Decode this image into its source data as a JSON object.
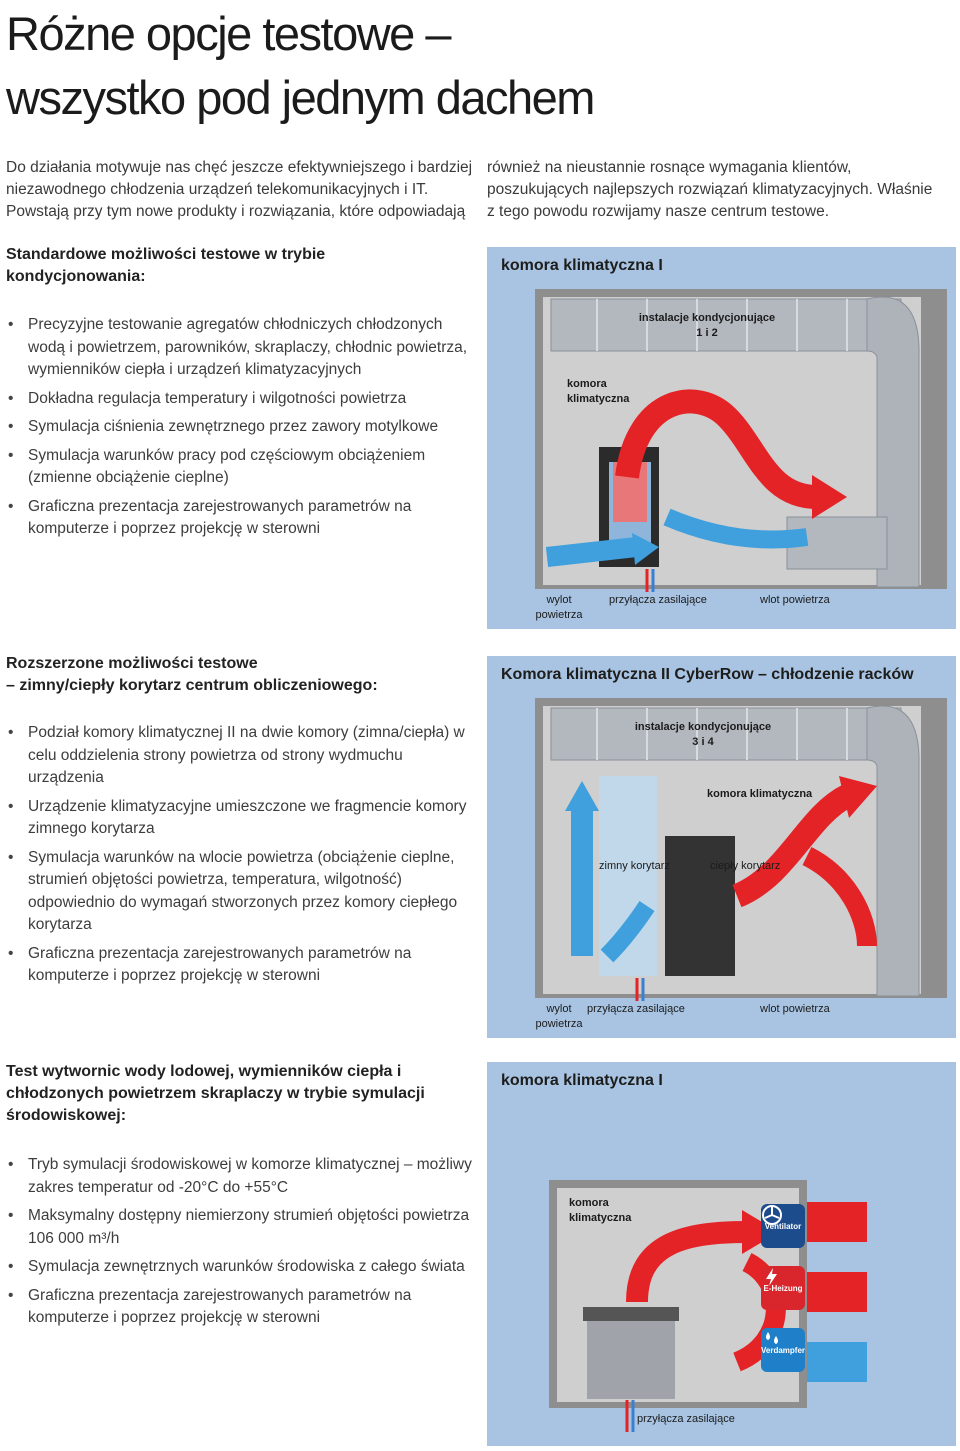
{
  "title": {
    "line1": "Różne opcje testowe –",
    "line2": "wszystko pod jednym dachem"
  },
  "intro": {
    "left": "Do działania motywuje nas chęć jeszcze efektywniejszego i bardziej niezawodnego chłodzenia urządzeń telekomunikacyjnych i IT. Powstają przy tym nowe produkty i rozwiązania, które odpowiadają",
    "right": "również na nieustannie rosnące wymagania klientów, poszukujących najlepszych rozwiązań klimatyzacyjnych. Właśnie z tego powodu rozwijamy nasze centrum testowe."
  },
  "section1": {
    "heading": "Standardowe możliwości testowe w trybie kondycjonowania:",
    "items": [
      "Precyzyjne testowanie agregatów chłodniczych chłodzonych wodą i powietrzem, parowników, skraplaczy, chłodnic powietrza, wymienników ciepła i urządzeń klimatyzacyjnych",
      "Dokładna regulacja temperatury i wilgotności powietrza",
      "Symulacja ciśnienia zewnętrznego przez zawory motylkowe",
      "Symulacja warunków pracy pod częściowym obciążeniem (zmienne obciążenie cieplne)",
      "Graficzna prezentacja zarejestrowanych parametrów na komputerze i poprzez projekcję w sterowni"
    ],
    "diagram": {
      "title": "komora klimatyczna I",
      "duct_label": "instalacje kondycjonujące\n1 i 2",
      "chamber_label": "komora\nklimatyczna",
      "outlet": "wylot\npowietrza",
      "power": "przyłącza zasilające",
      "inlet": "wlot powietrza"
    }
  },
  "section2": {
    "heading_line1": "Rozszerzone możliwości testowe",
    "heading_line2": "– zimny/ciepły korytarz centrum obliczeniowego:",
    "items": [
      "Podział komory klimatycznej II na dwie komory (zimna/ciepła) w celu oddzielenia strony powietrza od strony wydmuchu urządzenia",
      "Urządzenie klimatyzacyjne umieszczone we fragmencie komory zimnego korytarza",
      "Symulacja warunków na wlocie powietrza (obciążenie cieplne, strumień objętości powietrza, temperatura, wilgotność) odpowiednio do wymagań stworzonych przez komory ciepłego korytarza",
      "Graficzna prezentacja zarejestrowanych parametrów na komputerze i poprzez projekcję w sterowni"
    ],
    "diagram": {
      "title": "Komora klimatyczna II CyberRow – chłodzenie racków",
      "duct_label": "instalacje kondycjonujące\n3 i 4",
      "chamber_label": "komora klimatyczna",
      "cold": "zimny korytarz",
      "hot": "ciepły korytarz",
      "outlet": "wylot\npowietrza",
      "power": "przyłącza zasilające",
      "inlet": "wlot powietrza"
    }
  },
  "section3": {
    "heading": "Test wytwornic wody lodowej, wymienników ciepła i chłodzonych powietrzem skraplaczy w trybie symulacji środowiskowej:",
    "items": [
      "Tryb symulacji środowiskowej w komorze klimatycznej – możliwy zakres temperatur od -20°C do +55°C",
      "Maksymalny dostępny niemierzony strumień objętości powietrza 106 000 m³/h",
      "Symulacja zewnętrznych warunków środowiska z całego świata",
      "Graficzna prezentacja zarejestrowanych parametrów na komputerze i poprzez projekcję w sterowni"
    ],
    "diagram": {
      "title": "komora klimatyczna I",
      "chamber_label": "komora\nklimatyczna",
      "ventilator": "Ventilator",
      "heater": "E-Heizung",
      "humidifier": "Verdampfer",
      "power": "przyłącza zasilające"
    }
  },
  "colors": {
    "panel": "#a8c4e2",
    "chamber": "#c9c9c9",
    "wall": "#6d6d6d",
    "duct": "#b8bcc2",
    "hot": "#e42326",
    "cold": "#3fa0dd"
  }
}
